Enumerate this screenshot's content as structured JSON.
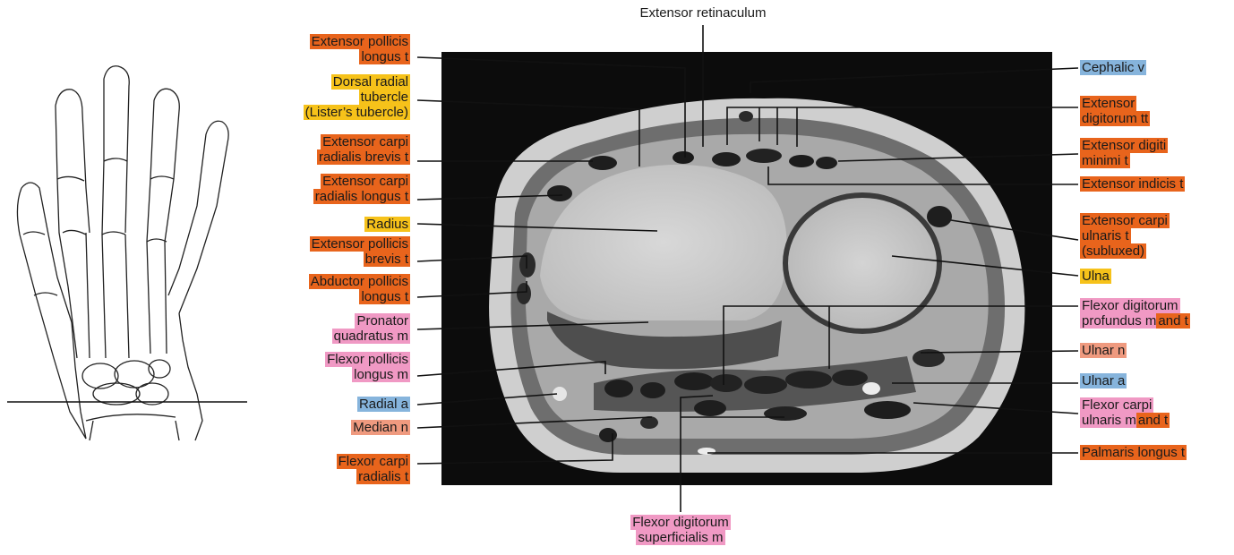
{
  "colors": {
    "orange": "#e8641c",
    "yellow": "#f6c21a",
    "pink": "#f099c4",
    "salmon": "#ef9a7f",
    "blue": "#86b4dc"
  },
  "top_label": "Extensor retinaculum",
  "left_labels": [
    {
      "lines": [
        "Extensor pollicis",
        "longus t"
      ]
    },
    {
      "lines": [
        "Dorsal radial",
        "tubercle",
        "(Lister’s tubercle)"
      ]
    },
    {
      "lines": [
        "Extensor carpi",
        "radialis brevis t"
      ]
    },
    {
      "lines": [
        "Extensor carpi",
        "radialis longus t"
      ]
    },
    {
      "lines": [
        "Radius"
      ]
    },
    {
      "lines": [
        "Extensor pollicis",
        "brevis t"
      ]
    },
    {
      "lines": [
        "Abductor pollicis",
        "longus t"
      ]
    },
    {
      "lines": [
        "Pronator",
        "quadratus m"
      ]
    },
    {
      "lines": [
        "Flexor pollicis",
        "longus m"
      ]
    },
    {
      "lines": [
        "Radial a"
      ]
    },
    {
      "lines": [
        "Median n"
      ]
    },
    {
      "lines": [
        "Flexor carpi",
        "radialis t"
      ]
    }
  ],
  "right_labels": [
    {
      "lines": [
        "Cephalic v"
      ]
    },
    {
      "lines": [
        "Extensor",
        "digitorum tt"
      ]
    },
    {
      "lines": [
        "Extensor digiti",
        "minimi t"
      ]
    },
    {
      "lines": [
        "Extensor indicis t"
      ]
    },
    {
      "lines": [
        "Extensor carpi",
        "ulnaris t",
        "(subluxed)"
      ]
    },
    {
      "lines": [
        "Ulna"
      ]
    },
    {
      "lines": [
        "Flexor digitorum",
        "profundus m",
        "and t"
      ]
    },
    {
      "lines": [
        "Ulnar n"
      ]
    },
    {
      "lines": [
        "Ulnar a"
      ]
    },
    {
      "lines": [
        "Flexor carpi",
        "ulnaris m",
        "and t"
      ]
    },
    {
      "lines": [
        "Palmaris longus t"
      ]
    }
  ],
  "bottom_label": {
    "lines": [
      "Flexor digitorum",
      "superficialis m"
    ]
  }
}
